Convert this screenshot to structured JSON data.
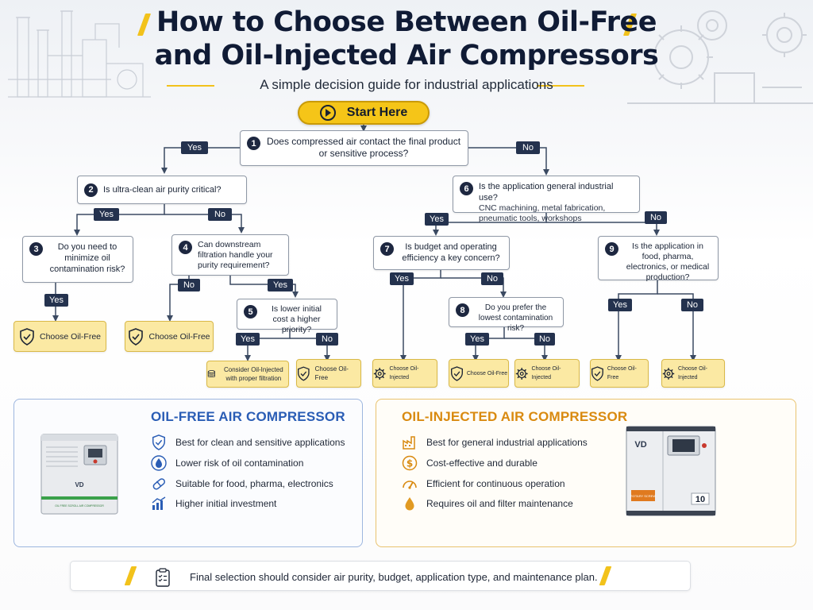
{
  "title": {
    "line1": "How to Choose Between Oil-Free",
    "line2": "and Oil-Injected Air Compressors",
    "subtitle": "A simple decision guide for industrial applications"
  },
  "start": {
    "label": "Start Here"
  },
  "questions": {
    "q1": {
      "num": "1",
      "text": "Does compressed air contact the final product or sensitive process?"
    },
    "q2": {
      "num": "2",
      "text": "Is ultra-clean air purity critical?"
    },
    "q3": {
      "num": "3",
      "text": "Do you need to minimize oil contamination risk?"
    },
    "q4": {
      "num": "4",
      "text": "Can downstream filtration handle your purity requirement?"
    },
    "q5": {
      "num": "5",
      "text": "Is lower initial cost a higher priority?"
    },
    "q6": {
      "num": "6",
      "text": "Is the application general industrial use?",
      "sub": "CNC machining, metal fabrication, pneumatic tools, workshops"
    },
    "q7": {
      "num": "7",
      "text": "Is budget and operating efficiency a key concern?"
    },
    "q8": {
      "num": "8",
      "text": "Do you prefer the lowest contamination risk?"
    },
    "q9": {
      "num": "9",
      "text": "Is the application in food, pharma, electronics, or medical production?"
    }
  },
  "answers": {
    "yes": "Yes",
    "no": "No"
  },
  "results": {
    "q3_yes": "Choose Oil-Free",
    "q4_no": "Choose Oil-Free",
    "q5_yes": "Consider Oil-Injected with proper filtration",
    "q5_no": "Choose Oil-Free",
    "q7_yes": "Choose Oil-Injected",
    "q8_yes": "Choose Oil-Free",
    "q8_no": "Choose Oil-Injected",
    "q9_yes": "Choose Oil-Free",
    "q9_no": "Choose Oil-Injected"
  },
  "oil_free": {
    "title": "OIL-FREE AIR COMPRESSOR",
    "color": "#2a5db5",
    "features": [
      {
        "icon": "shield-check-icon",
        "text": "Best for clean and sensitive applications"
      },
      {
        "icon": "droplet-icon",
        "text": "Lower risk of oil contamination"
      },
      {
        "icon": "capsule-icon",
        "text": "Suitable for food, pharma, electronics"
      },
      {
        "icon": "bar-chart-icon",
        "text": "Higher initial investment"
      }
    ]
  },
  "oil_injected": {
    "title": "OIL-INJECTED AIR COMPRESSOR",
    "color": "#d98a10",
    "features": [
      {
        "icon": "factory-icon",
        "text": "Best for general industrial applications"
      },
      {
        "icon": "dollar-coin-icon",
        "text": "Cost-effective and durable"
      },
      {
        "icon": "gauge-icon",
        "text": "Efficient for continuous operation"
      },
      {
        "icon": "oil-drop-icon",
        "text": "Requires oil and filter maintenance"
      }
    ]
  },
  "machines": {
    "oil_free_brand": "VD",
    "oil_free_label": "OIL FREE SCROLL AIR COMPRESSOR",
    "oil_injected_brand": "VD",
    "oil_injected_label": "ROTARY SCREW",
    "oil_injected_model": "10"
  },
  "footer": {
    "text": "Final selection should consider air purity, budget, application type, and maintenance plan."
  },
  "colors": {
    "accent_yellow": "#f5c518",
    "navy": "#24324e",
    "result_fill": "#fbe9a3"
  }
}
